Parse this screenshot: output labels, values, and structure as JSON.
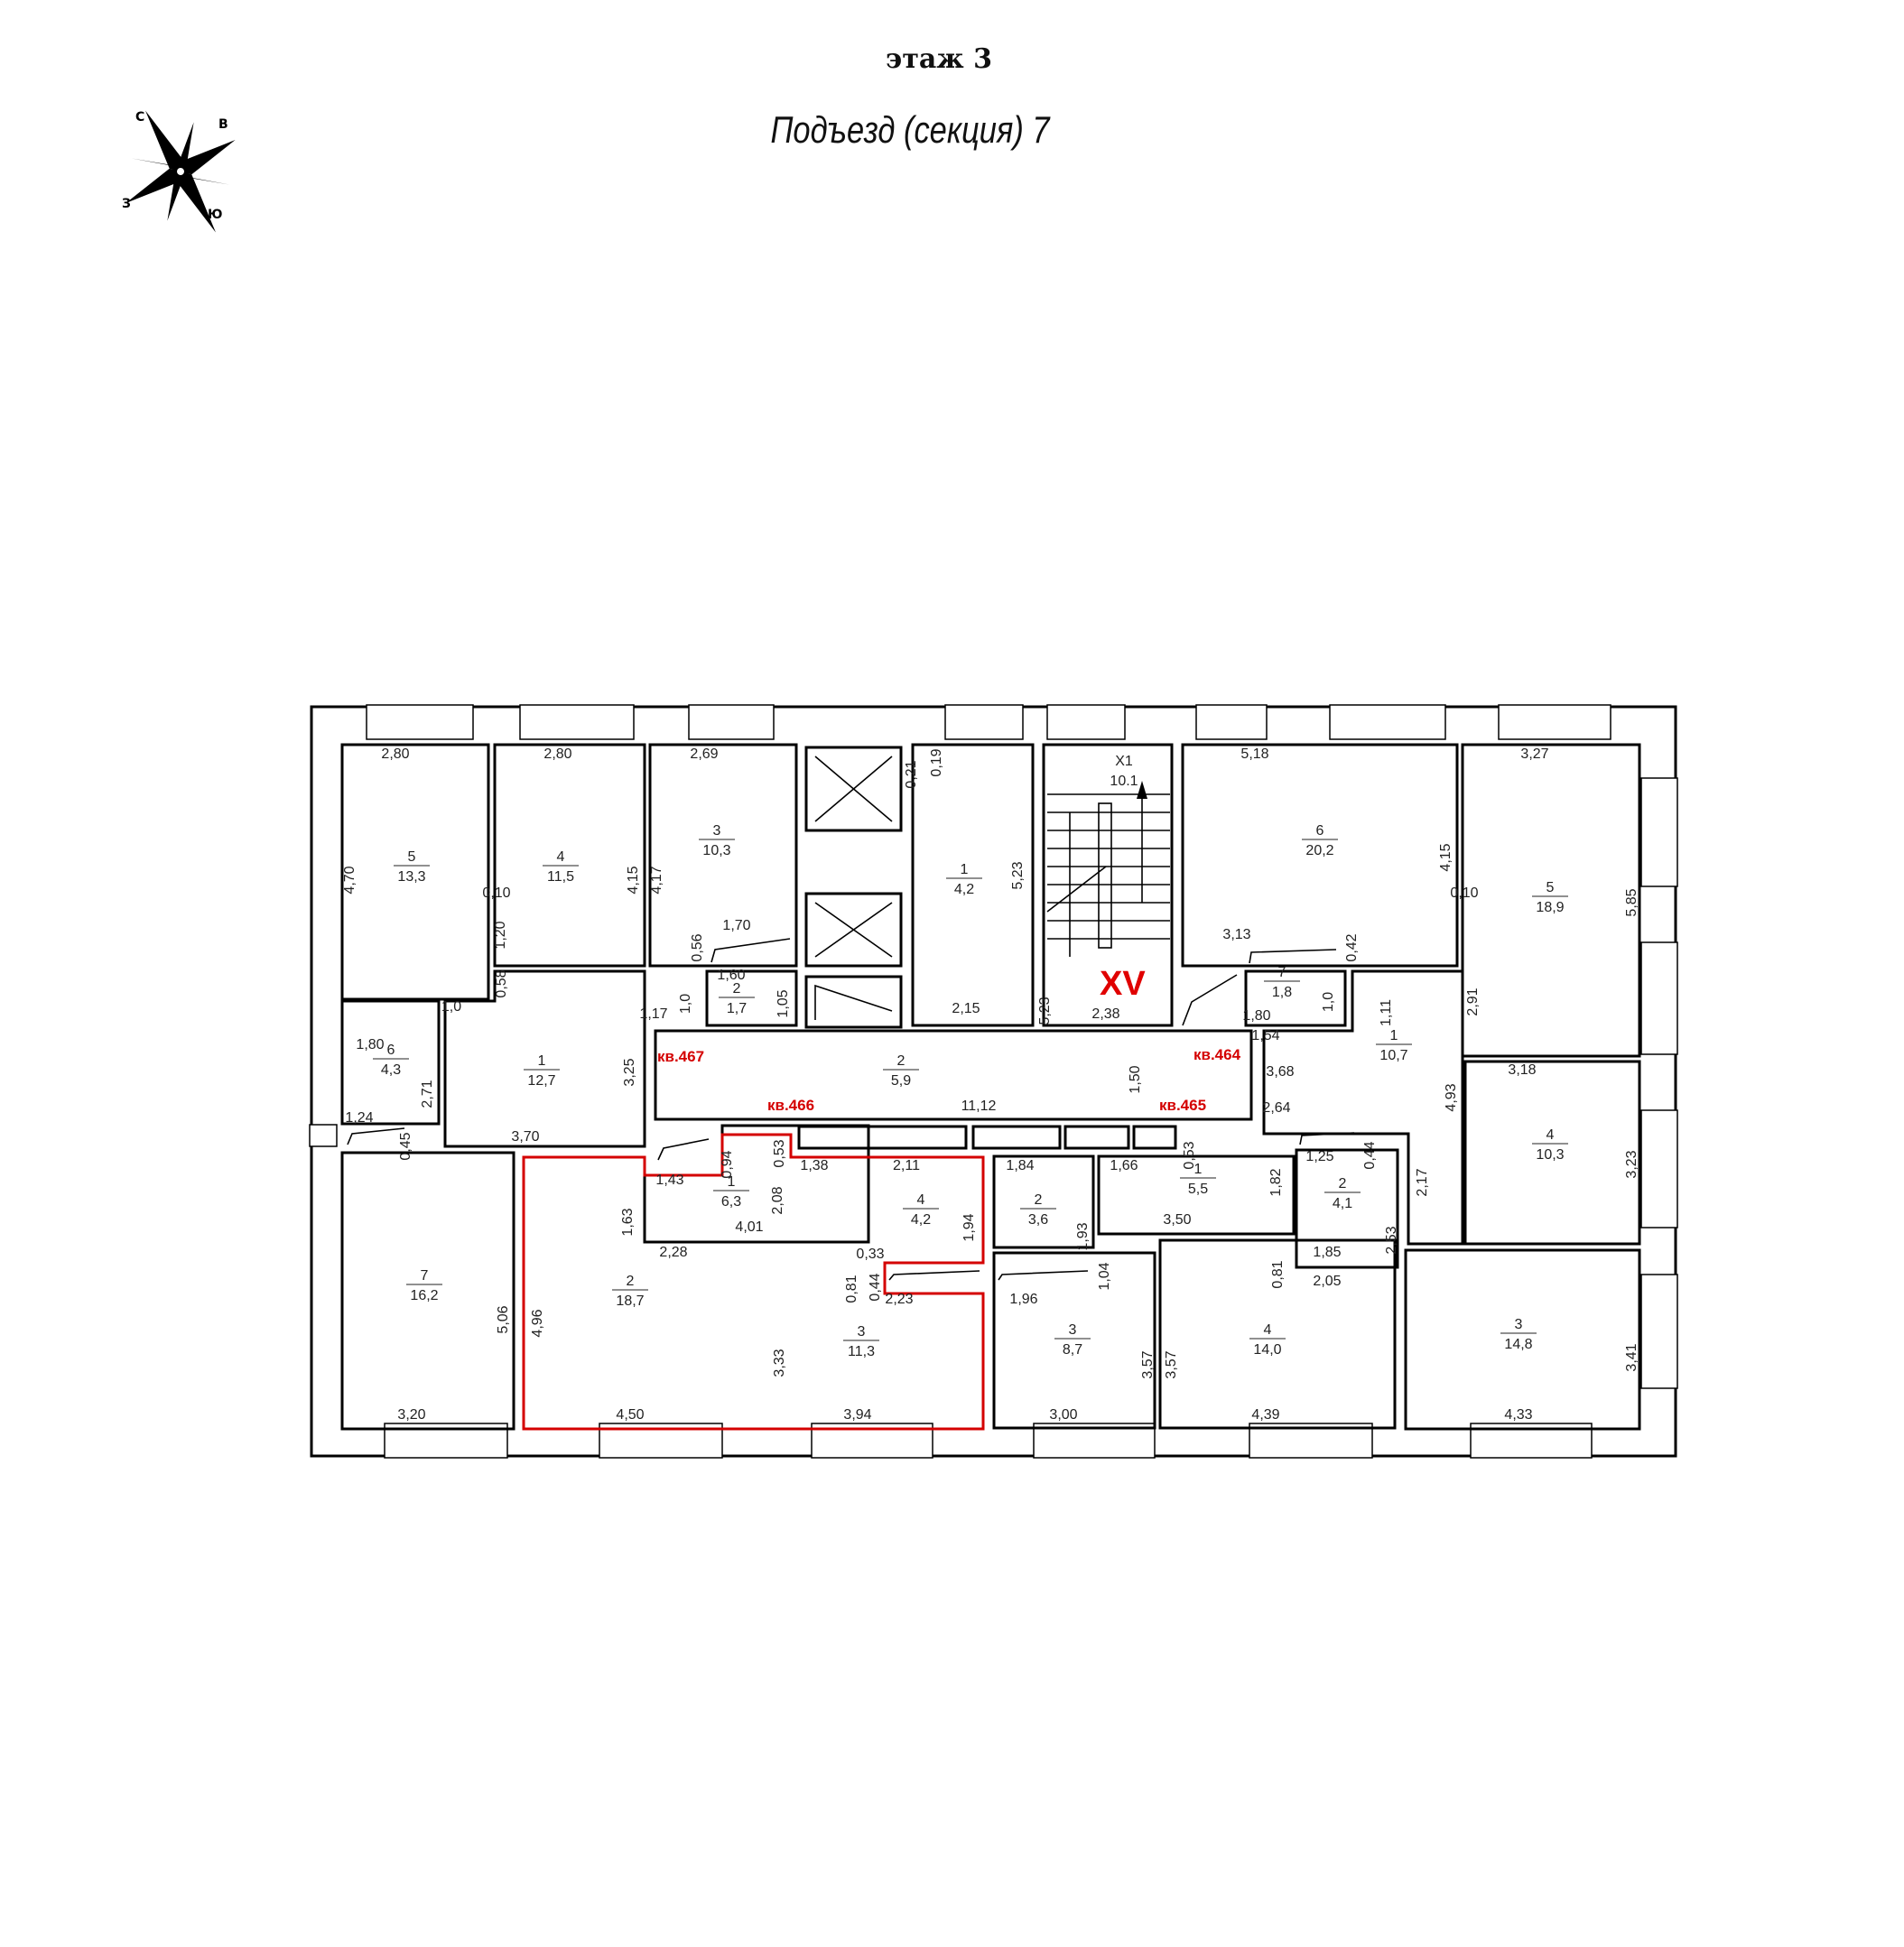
{
  "header": {
    "title": "этаж 3",
    "subtitle": "Подъезд (секция) 7"
  },
  "compass": {
    "icon": "compass-rose-icon",
    "labels": [
      "С",
      "В",
      "З",
      "Ю"
    ]
  },
  "colors": {
    "walls": "#000000",
    "highlight": "#d40000",
    "stair_mark": "#e00000"
  },
  "stair": {
    "label": "XV",
    "room_no": "X1",
    "area": "10.1"
  },
  "apartments": [
    "кв.467",
    "кв.466",
    "кв.465",
    "кв.464"
  ],
  "rooms": [
    {
      "no": "5",
      "area": "13,3"
    },
    {
      "no": "4",
      "area": "11,5"
    },
    {
      "no": "3",
      "area": "10,3"
    },
    {
      "no": "1",
      "area": "4,2"
    },
    {
      "no": "6",
      "area": "20,2"
    },
    {
      "no": "5",
      "area": "18,9"
    },
    {
      "no": "6",
      "area": "4,3"
    },
    {
      "no": "1",
      "area": "12,7"
    },
    {
      "no": "2",
      "area": "1,7"
    },
    {
      "no": "2",
      "area": "5,9"
    },
    {
      "no": "7",
      "area": "1,8"
    },
    {
      "no": "1",
      "area": "10,7"
    },
    {
      "no": "4",
      "area": "10,3"
    },
    {
      "no": "7",
      "area": "16,2"
    },
    {
      "no": "2",
      "area": "18,7"
    },
    {
      "no": "1",
      "area": "6,3"
    },
    {
      "no": "4",
      "area": "4,2"
    },
    {
      "no": "3",
      "area": "11,3"
    },
    {
      "no": "2",
      "area": "3,6"
    },
    {
      "no": "3",
      "area": "8,7"
    },
    {
      "no": "1",
      "area": "5,5"
    },
    {
      "no": "2",
      "area": "4,1"
    },
    {
      "no": "4",
      "area": "14,0"
    },
    {
      "no": "3",
      "area": "14,8"
    }
  ],
  "dims": [
    "2,80",
    "2,80",
    "2,69",
    "5,18",
    "3,27",
    "0,19",
    "0,21",
    "4,70",
    "4,15",
    "4,17",
    "5,23",
    "4,15",
    "5,85",
    "0,10",
    "0,10",
    "1,70",
    "0,56",
    "1,20",
    "3,13",
    "0,42",
    "1,60",
    "1,05",
    "1,0",
    "1,80",
    "1,0",
    "0,58",
    "1,17",
    "2,15",
    "5,23",
    "2,38",
    "1,80",
    "1,0",
    "1,11",
    "2,91",
    "1,54",
    "3,25",
    "3,68",
    "4,93",
    "3,18",
    "2,71",
    "1,50",
    "11,12",
    "2,64",
    "3,23",
    "1,24",
    "0,45",
    "3,70",
    "0,94",
    "0,53",
    "1,38",
    "2,11",
    "1,84",
    "1,66",
    "0,53",
    "1,82",
    "1,25",
    "0,44",
    "2,17",
    "1,43",
    "2,08",
    "1,94",
    "1,93",
    "3,50",
    "2,53",
    "1,63",
    "4,01",
    "2,28",
    "1,85",
    "0,33",
    "0,81",
    "0,44",
    "1,04",
    "0,81",
    "2,05",
    "2,23",
    "1,96",
    "5,06",
    "4,96",
    "3,33",
    "3,57",
    "3,57",
    "3,41",
    "3,20",
    "4,50",
    "3,94",
    "3,00",
    "4,39",
    "4,33"
  ]
}
